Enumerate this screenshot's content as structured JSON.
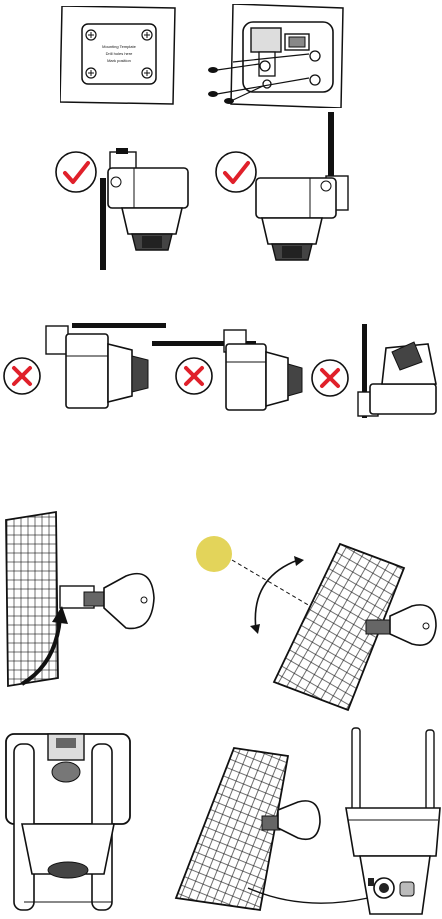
{
  "mounting_template": {
    "lines": [
      "Mounting Template",
      "Drill holes here",
      "Mark position"
    ]
  },
  "colors": {
    "ok": "#e0202a",
    "bad": "#e0202a",
    "sun": "#e3d45a",
    "line": "#111111"
  },
  "icons": [
    "checkmark-icon",
    "cross-icon",
    "sun-icon",
    "rotate-arrow-icon"
  ]
}
